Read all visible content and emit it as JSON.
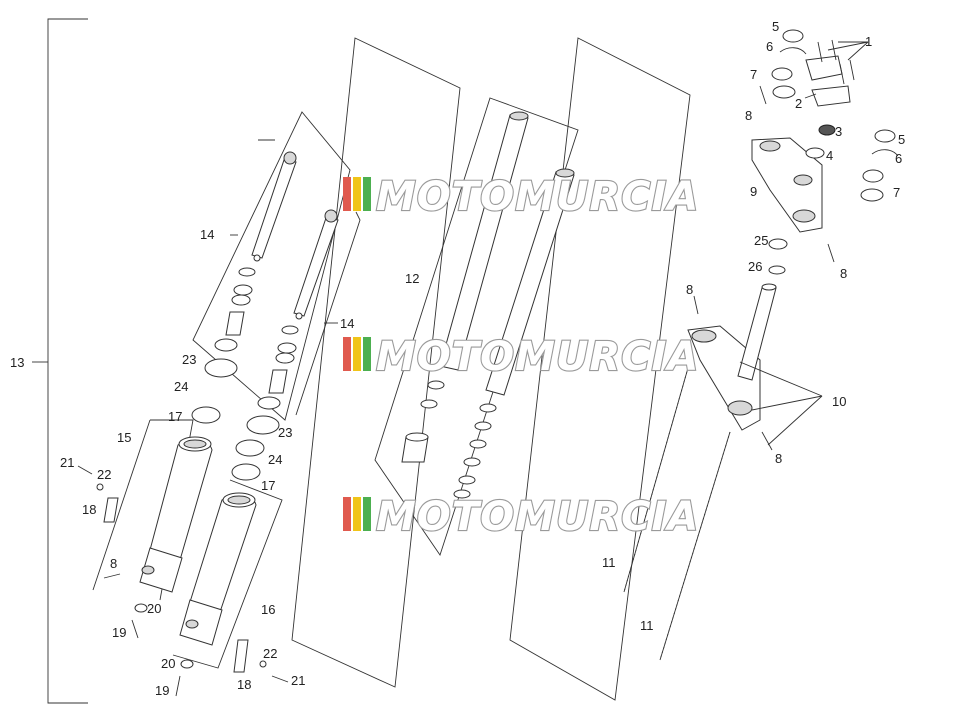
{
  "watermark": {
    "text": "MOTOMURCIA",
    "stripes": [
      "#e05a4e",
      "#f0c419",
      "#4caf50"
    ]
  },
  "callouts": {
    "c1": "1",
    "c2": "2",
    "c3": "3",
    "c4": "4",
    "c5a": "5",
    "c5b": "5",
    "c6a": "6",
    "c6b": "6",
    "c7a": "7",
    "c7b": "7",
    "c8a": "8",
    "c8b": "8",
    "c8c": "8",
    "c8d": "8",
    "c8e": "8",
    "c9": "9",
    "c10": "10",
    "c11a": "11",
    "c11b": "11",
    "c12": "12",
    "c13": "13",
    "c14a": "14",
    "c14b": "14",
    "c15": "15",
    "c16": "16",
    "c17a": "17",
    "c17b": "17",
    "c18a": "18",
    "c18b": "18",
    "c19a": "19",
    "c19b": "19",
    "c20a": "20",
    "c20b": "20",
    "c21a": "21",
    "c21b": "21",
    "c22a": "22",
    "c22b": "22",
    "c23a": "23",
    "c23b": "23",
    "c24a": "24",
    "c24b": "24",
    "c25": "25",
    "c26": "26"
  }
}
